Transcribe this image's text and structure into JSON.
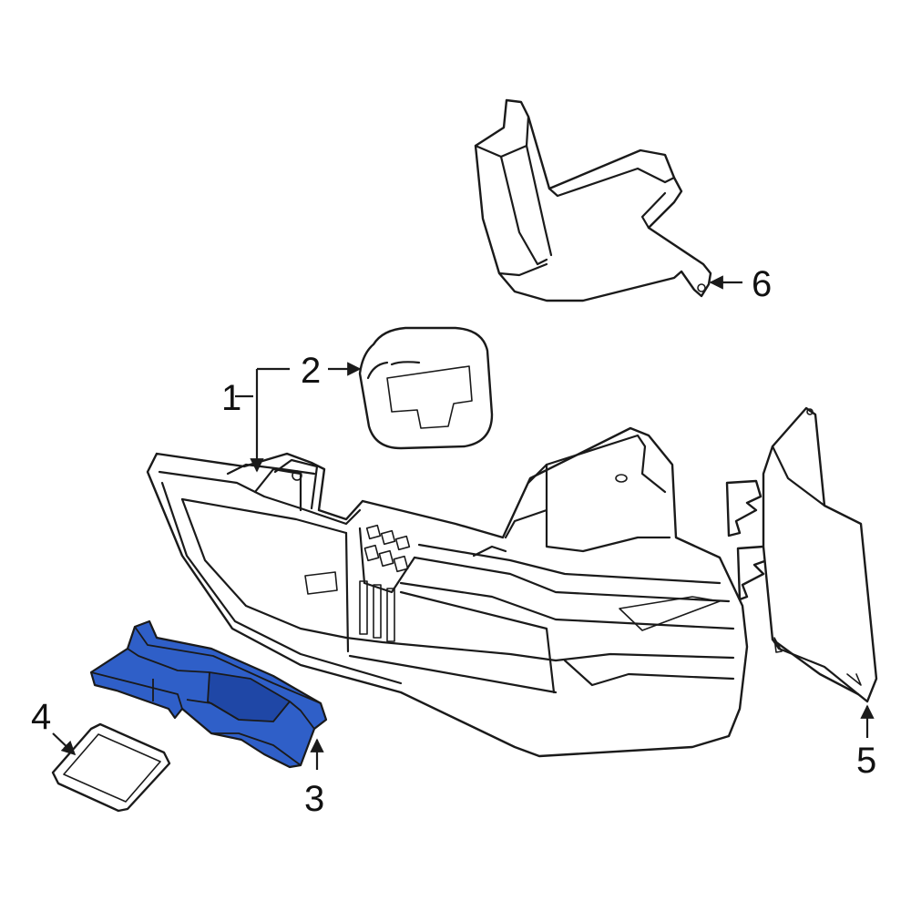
{
  "colors": {
    "highlight": "#2f5fc8",
    "highlight_dark": "#1f47a6",
    "line": "#1a1a1a",
    "background": "#ffffff"
  },
  "callouts": [
    {
      "id": "1",
      "label": "1"
    },
    {
      "id": "2",
      "label": "2"
    },
    {
      "id": "3",
      "label": "3"
    },
    {
      "id": "4",
      "label": "4"
    },
    {
      "id": "5",
      "label": "5"
    },
    {
      "id": "6",
      "label": "6"
    }
  ],
  "highlighted_part": "3"
}
